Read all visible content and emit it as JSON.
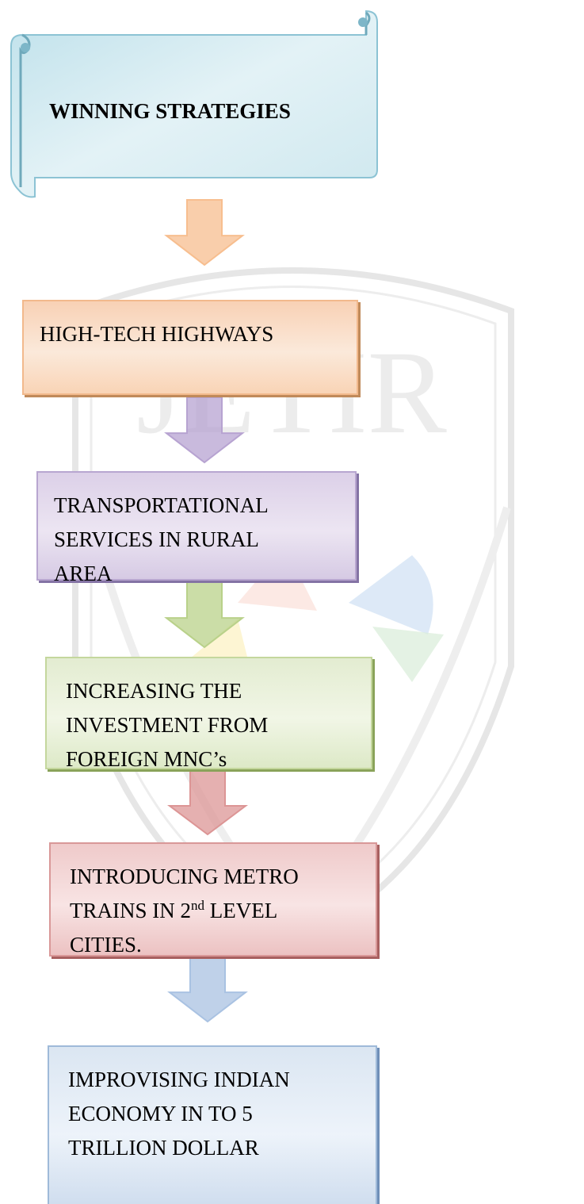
{
  "diagram": {
    "type": "flowchart",
    "title": "WINNING STRATEGIES",
    "steps": [
      {
        "lines": [
          "HIGH-TECH HIGHWAYS"
        ],
        "color": "#fbe2cf"
      },
      {
        "lines": [
          "TRANSPORTATIONAL",
          "SERVICES IN RURAL",
          "AREA"
        ],
        "color": "#e4dbee"
      },
      {
        "lines": [
          "INCREASING THE",
          "INVESTMENT FROM",
          "FOREIGN MNC’s"
        ],
        "color": "#eaf1dc"
      },
      {
        "lines": [
          "INTRODUCING METRO",
          "TRAINS IN 2",
          "LEVEL",
          "CITIES."
        ],
        "sup": "nd",
        "color": "#f3d6d6"
      },
      {
        "lines": [
          "IMPROVISING INDIAN",
          "ECONOMY IN TO 5",
          "TRILLION DOLLAR"
        ],
        "color": "#e3ecf6"
      }
    ],
    "watermark": "JETIR",
    "scroll_color": "#c9e6ef",
    "arrow_colors": [
      "#f7be8f",
      "#b7a3d1",
      "#b9d18a",
      "#dc9595",
      "#a9c2e2"
    ]
  }
}
